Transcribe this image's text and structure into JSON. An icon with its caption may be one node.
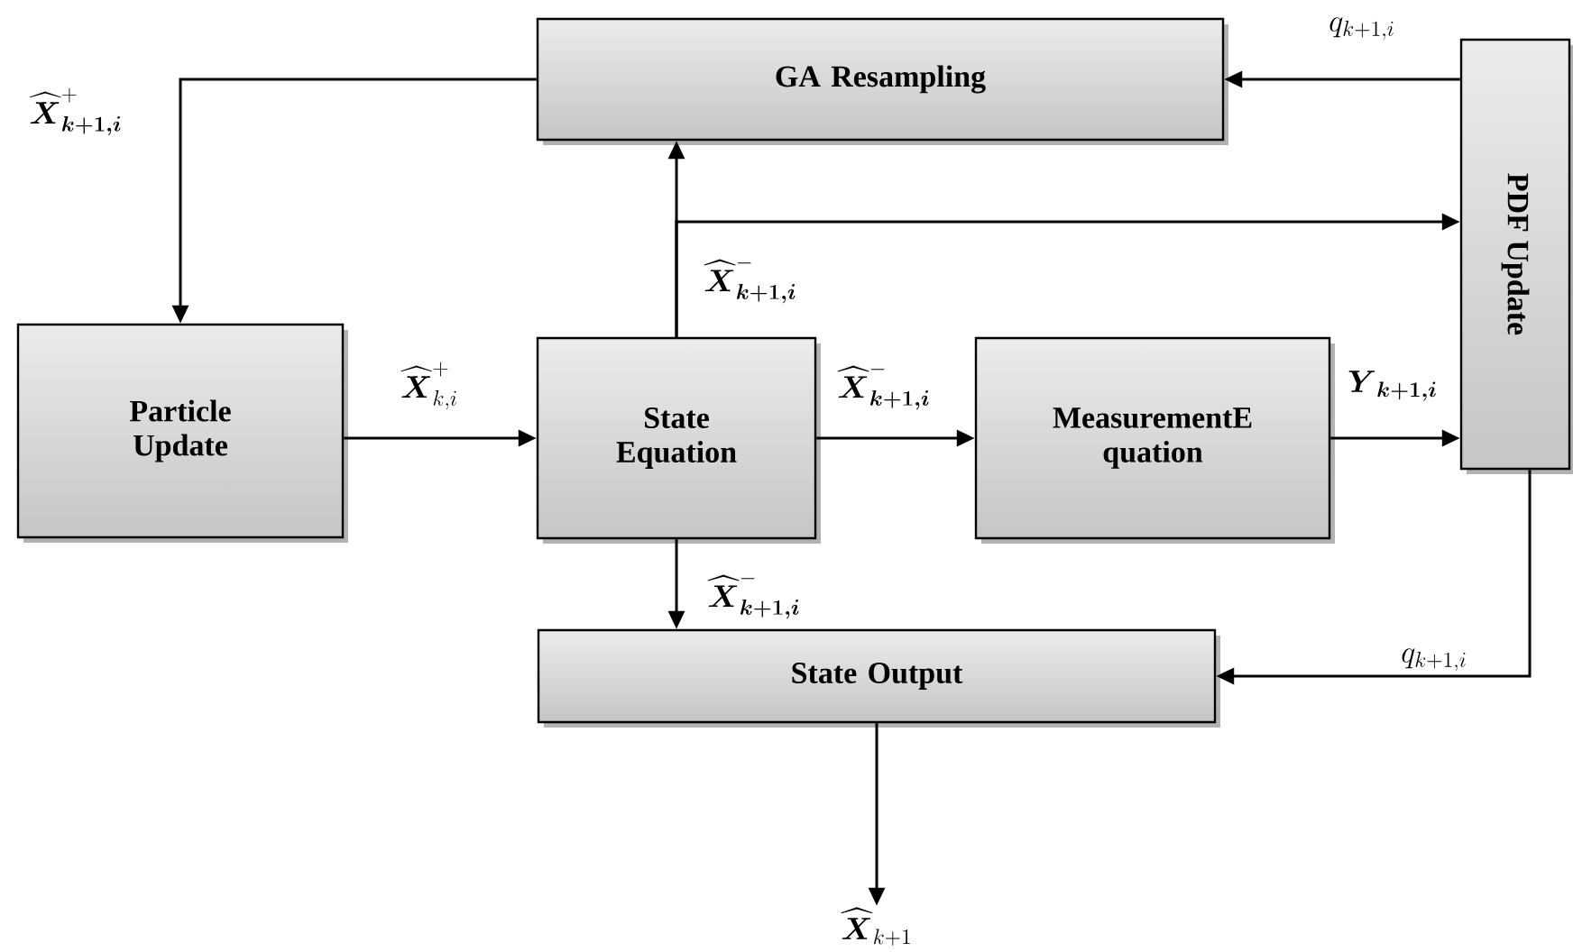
{
  "diagram": {
    "nodes": [
      {
        "text": [
          "GA Resampling"
        ]
      },
      {
        "text": [
          "Particle Update"
        ]
      },
      {
        "text": [
          "State Equation"
        ]
      },
      {
        "text": [
          "MeasurementE quation"
        ]
      },
      {
        "text": [
          "PDF Update"
        ]
      },
      {
        "text": [
          "State Output"
        ]
      },
      {
        "text": [
          "\\widehat{\\boldsymbol{X}}_{k+1}"
        ]
      }
    ],
    "edges": [
      {
        "from": 0,
        "to": 1,
        "arrow": "to",
        "label": "\\widehat{\\boldsymbol{X}}^{+}_{\\boldsymbol{k+1,i}}"
      },
      {
        "from": 1,
        "to": 2,
        "arrow": "to",
        "label": "\\widehat{\\boldsymbol{X}}^{+}_{k,i}"
      },
      {
        "from": 2,
        "to": 0,
        "arrow": "to"
      },
      {
        "from": 2,
        "to": 4,
        "arrow": "to",
        "label": "\\widehat{\\boldsymbol{X}}^{-}_{\\boldsymbol{k+1,i}}"
      },
      {
        "from": 2,
        "to": 3,
        "arrow": "to",
        "label": "\\widehat{\\boldsymbol{X}}^{-}_{\\boldsymbol{k+1,i}}"
      },
      {
        "from": 3,
        "to": 4,
        "arrow": "to",
        "label": "\\boldsymbol{Y}_{\\boldsymbol{k+1,i}}"
      },
      {
        "from": 4,
        "to": 0,
        "arrow": "to",
        "label": "q_{k+1,i}"
      },
      {
        "from": 2,
        "to": 5,
        "arrow": "to",
        "label": "\\widehat{\\boldsymbol{X}}^{-}_{\\boldsymbol{k+1,i}}"
      },
      {
        "from": 4,
        "to": 5,
        "arrow": "to",
        "label": "q_{k+1,i}"
      },
      {
        "from": 5,
        "to": 6,
        "arrow": "to"
      }
    ]
  }
}
